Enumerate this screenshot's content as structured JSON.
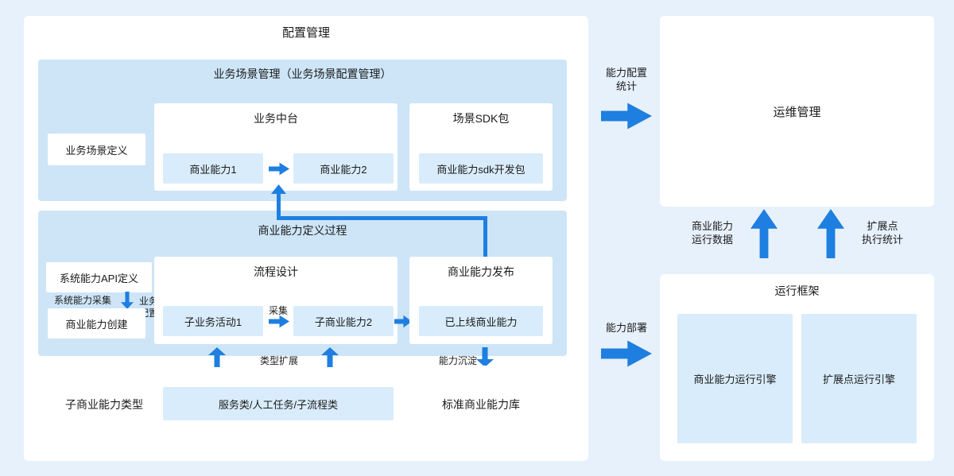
{
  "colors": {
    "bg": "#e7f1fb",
    "panel": "#ffffff",
    "subpanel": "#cde5f7",
    "box": "#d9ecfb",
    "arrow": "#1f7fe0",
    "text": "#1b1b1b"
  },
  "config_mgmt": {
    "title": "配置管理",
    "scene_mgmt": {
      "title": "业务场景管理（业务场景配置管理）",
      "scene_def": "业务场景定义",
      "biz_platform": {
        "title": "业务中台",
        "cap1": "商业能力1",
        "cap2": "商业能力2"
      },
      "sdk": {
        "title": "场景SDK包",
        "pkg": "商业能力sdk开发包"
      }
    },
    "cap_process": {
      "title": "商业能力定义过程",
      "api_def": "系统能力API定义",
      "collect": "系统能力采集",
      "biz_config": "业务\n配置",
      "create": "商业能力创建",
      "flow": {
        "title": "流程设计",
        "activity": "子业务活动1",
        "collect": "采集",
        "subcap": "子商业能力2"
      },
      "publish": {
        "title": "商业能力发布",
        "online": "已上线商业能力"
      }
    },
    "bottom": {
      "subcap_type": "子商业能力类型",
      "types": "服务类/人工任务/子流程类",
      "type_extend": "类型扩展",
      "sink": "能力沉淀",
      "std_lib": "标准商业能力库"
    }
  },
  "flows": {
    "config_stats": "能力配置\n统计",
    "deploy": "能力部署",
    "run_data": "商业能力\n运行数据",
    "ext_stats": "扩展点\n执行统计"
  },
  "ops": {
    "title": "运维管理"
  },
  "runtime": {
    "title": "运行框架",
    "engine_cap": "商业能力运行引擎",
    "engine_ext": "扩展点运行引擎"
  }
}
